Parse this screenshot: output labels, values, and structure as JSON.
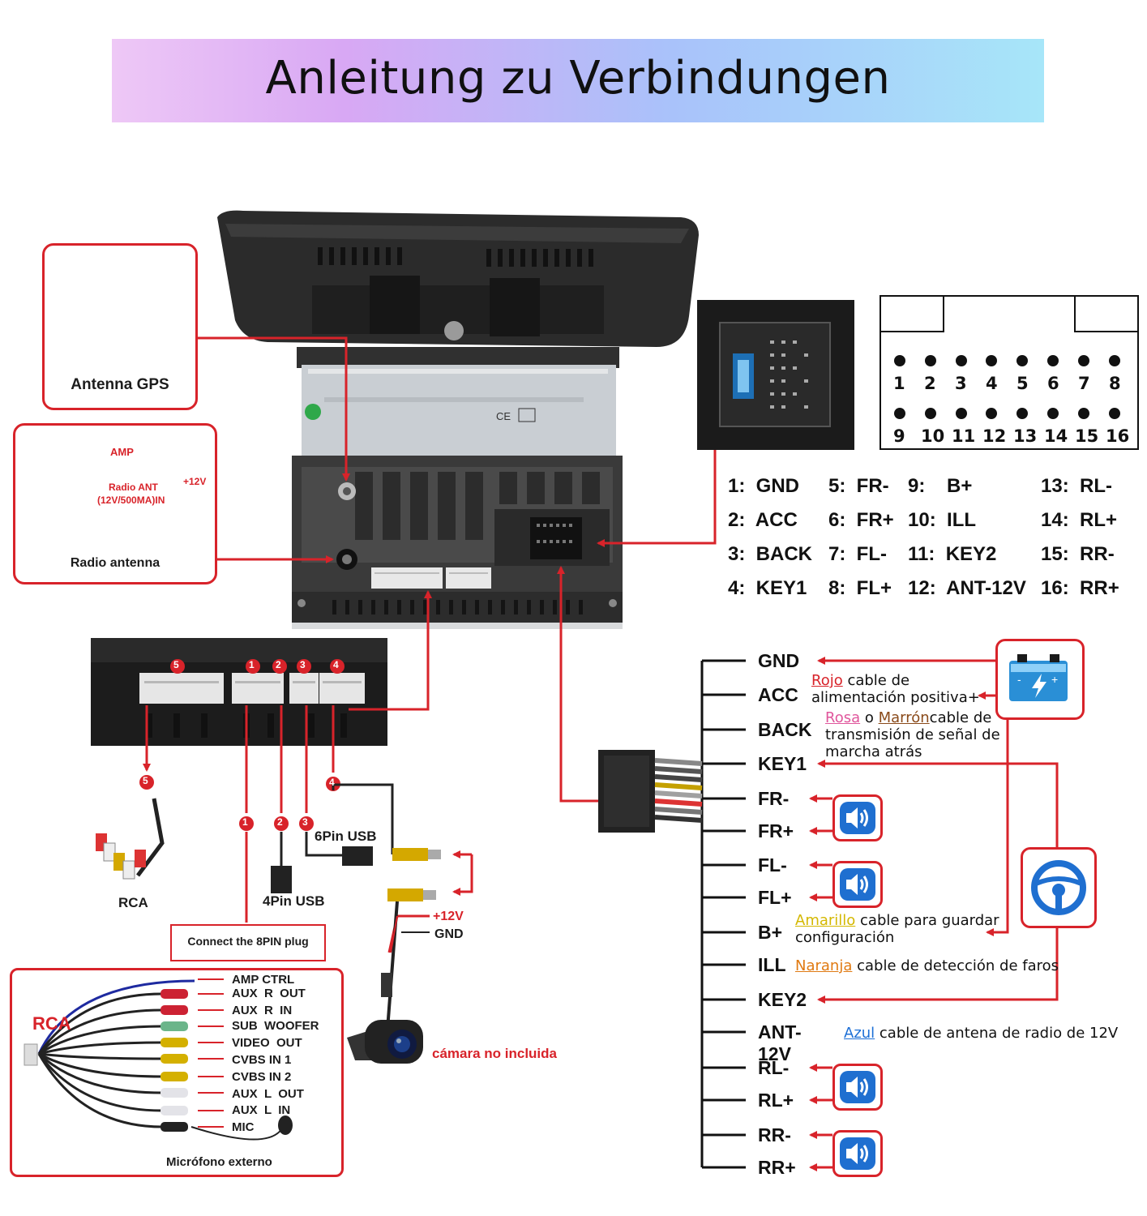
{
  "title": "Anleitung zu Verbindungen",
  "gps": {
    "label": "Antenna GPS"
  },
  "radio": {
    "amp": "AMP",
    "ant_label": "Radio ANT",
    "ant_spec": "(12V/500MA)IN",
    "plus12": "+12V",
    "label": "Radio antenna"
  },
  "pins": {
    "top_row": [
      "1",
      "2",
      "3",
      "4",
      "5",
      "6",
      "7",
      "8"
    ],
    "bottom_row": [
      "9",
      "10",
      "11",
      "12",
      "13",
      "14",
      "15",
      "16"
    ],
    "legend": [
      [
        "1:  GND",
        "5:  FR-",
        "9:    B+",
        "13:  RL-"
      ],
      [
        "2:  ACC",
        "6:  FR+",
        "10:  ILL",
        "14:  RL+"
      ],
      [
        "3:  BACK",
        "7:  FL-",
        "11:  KEY2",
        "15:  RR-"
      ],
      [
        "4:  KEY1",
        "8:  FL+",
        "12:  ANT-12V",
        "16:  RR+"
      ]
    ]
  },
  "ports": {
    "p5": "5",
    "p1": "1",
    "p2": "2",
    "p3": "3",
    "p4": "4"
  },
  "usb": {
    "six_pin": "6Pin USB",
    "four_pin": "4Pin USB",
    "rca": "RCA",
    "connect8": "Connect the 8PIN plug"
  },
  "camera": {
    "plus12": "+12V",
    "gnd": "GND",
    "note": "cámara no incluida"
  },
  "rca_box": {
    "title": "RCA",
    "items": [
      "AMP CTRL",
      "AUX  R  OUT",
      "AUX  R  IN",
      "SUB  WOOFER",
      "VIDEO  OUT",
      "CVBS IN 1",
      "CVBS IN 2",
      "AUX  L  OUT",
      "AUX  L  IN",
      "MIC"
    ],
    "mic": "Micrófono externo"
  },
  "wires": [
    "GND",
    "ACC",
    "BACK",
    "KEY1",
    "FR-",
    "FR+",
    "FL-",
    "FL+",
    "B+",
    "ILL",
    "KEY2",
    "ANT-12V",
    "RL-",
    "RL+",
    "RR-",
    "RR+"
  ],
  "desc": {
    "rojo": "Rojo",
    "rojo_rest": " cable de",
    "acc_rest": "alimentación positiva+",
    "rosa": "Rosa",
    "o": " o ",
    "marron": "Marrón",
    "back_rest": "cable de",
    "back_2": "transmisión de señal de",
    "back_3": "marcha atrás",
    "amarillo": "Amarillo",
    "b_rest": " cable para guardar",
    "b_2": "configuración",
    "naranja": "Naranja",
    "ill_rest": " cable de detección de faros",
    "azul": "Azul",
    "ant_rest": " cable de antena de radio de 12V"
  },
  "colors": {
    "accent_red": "#d8232a",
    "battery_blue": "#2a8fd6",
    "speaker_blue": "#1f6fd0"
  }
}
